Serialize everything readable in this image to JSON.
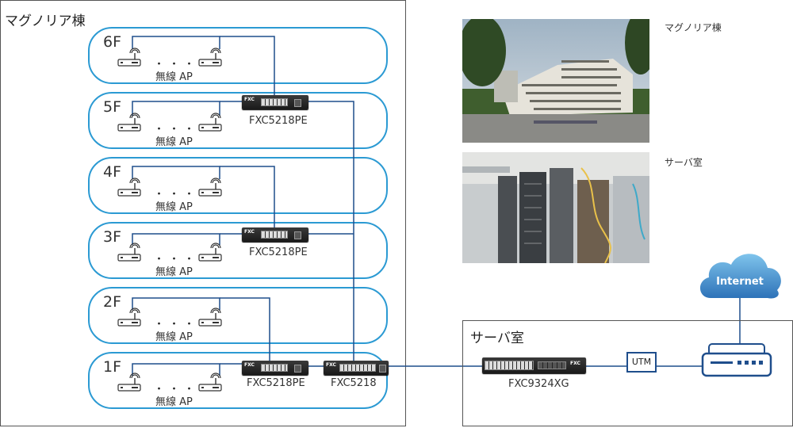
{
  "building": {
    "title": "マグノリア棟",
    "floors": [
      {
        "label": "6F",
        "ap_label": "無線 AP",
        "dots": "・・・"
      },
      {
        "label": "5F",
        "ap_label": "無線 AP",
        "dots": "・・・",
        "switch": "FXC5218PE"
      },
      {
        "label": "4F",
        "ap_label": "無線 AP",
        "dots": "・・・"
      },
      {
        "label": "3F",
        "ap_label": "無線 AP",
        "dots": "・・・",
        "switch": "FXC5218PE"
      },
      {
        "label": "2F",
        "ap_label": "無線 AP",
        "dots": "・・・"
      },
      {
        "label": "1F",
        "ap_label": "無線 AP",
        "dots": "・・・",
        "switch": "FXC5218PE",
        "core_switch": "FXC5218"
      }
    ]
  },
  "server_room": {
    "title": "サーバ室",
    "core_switch": "FXC9324XG",
    "utm": "UTM",
    "cloud": "Internet"
  },
  "photos": [
    {
      "caption": "マグノリア棟",
      "icon": "building-photo"
    },
    {
      "caption": "サーバ室",
      "icon": "server-room-photo"
    }
  ],
  "colors": {
    "floor_border": "#2b9ad3",
    "link_line": "#1f4e8c",
    "cloud": "#3a8fd0",
    "router": "#1f4e8c"
  }
}
